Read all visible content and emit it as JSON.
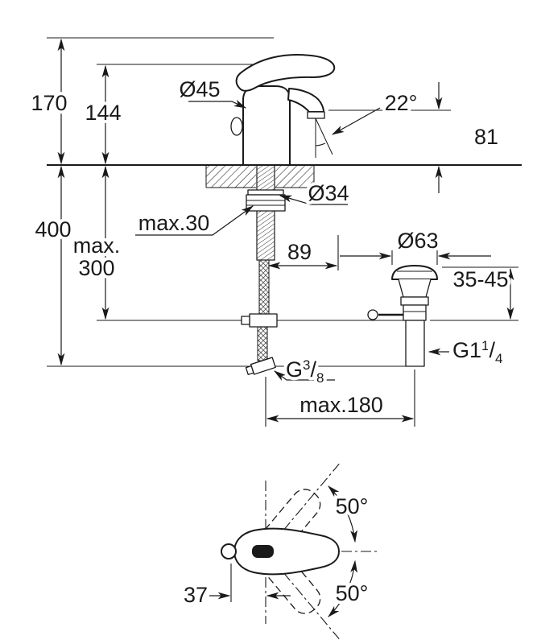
{
  "page": {
    "background": "#ffffff",
    "line_color": "#1a1a1a"
  },
  "drawing": {
    "main_view": {
      "height_overall": "170",
      "height_to_spout": "144",
      "body_diameter": "Ø45",
      "spray_angle": "22°",
      "spout_height": "81",
      "hose_drop": "400",
      "deck_thickness": "max.30",
      "hole_diameter": "Ø34",
      "rod_length_line1": "max.",
      "rod_length_line2": "300",
      "offset_89": "89",
      "waste_flange_diameter": "Ø63",
      "waste_adjust_range": "35-45",
      "waste_thread": {
        "prefix": "G1",
        "numerator": "1",
        "slash": "/",
        "denominator": "4"
      },
      "supply_thread": {
        "prefix": "G",
        "numerator": "3",
        "slash": "/",
        "denominator": "8"
      },
      "reach": "max.180"
    },
    "bottom_view": {
      "handle_angle_up": "50°",
      "handle_angle_down": "50°",
      "offset_37": "37"
    }
  }
}
